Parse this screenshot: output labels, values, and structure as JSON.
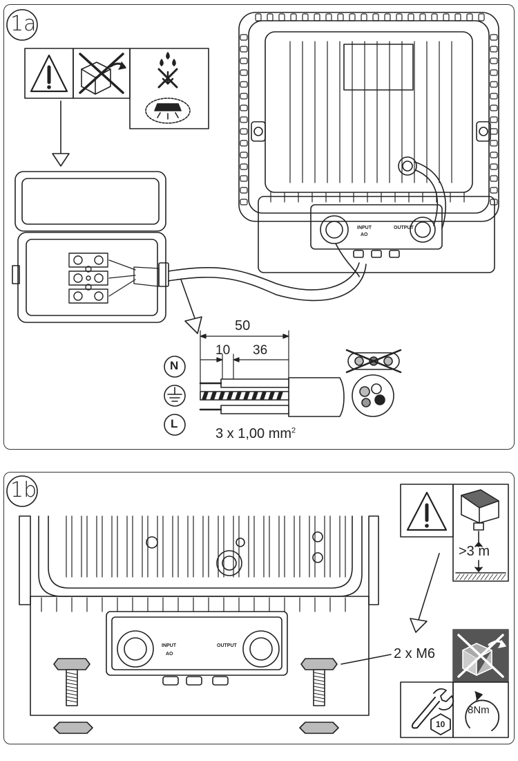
{
  "panel_a": {
    "step_label": "1a",
    "dimensions": {
      "total": "50",
      "left": "10",
      "right": "36"
    },
    "terminals": {
      "neutral": "N",
      "live": "L"
    },
    "cable_spec": "3 x 1,00 mm",
    "cable_spec_exponent": "2",
    "port_input": "INPUT",
    "port_input_sub": "AO",
    "port_output": "OUTPUT"
  },
  "panel_b": {
    "step_label": "1b",
    "height_spec": ">3 m",
    "screw_spec": "2 x M6",
    "wrench_size": "10",
    "torque": "8Nm",
    "port_input": "INPUT",
    "port_input_sub": "AO",
    "port_output": "OUTPUT"
  },
  "colors": {
    "line": "#222222",
    "dark_box": "#555555",
    "grey_fill": "#bdbdbd"
  }
}
